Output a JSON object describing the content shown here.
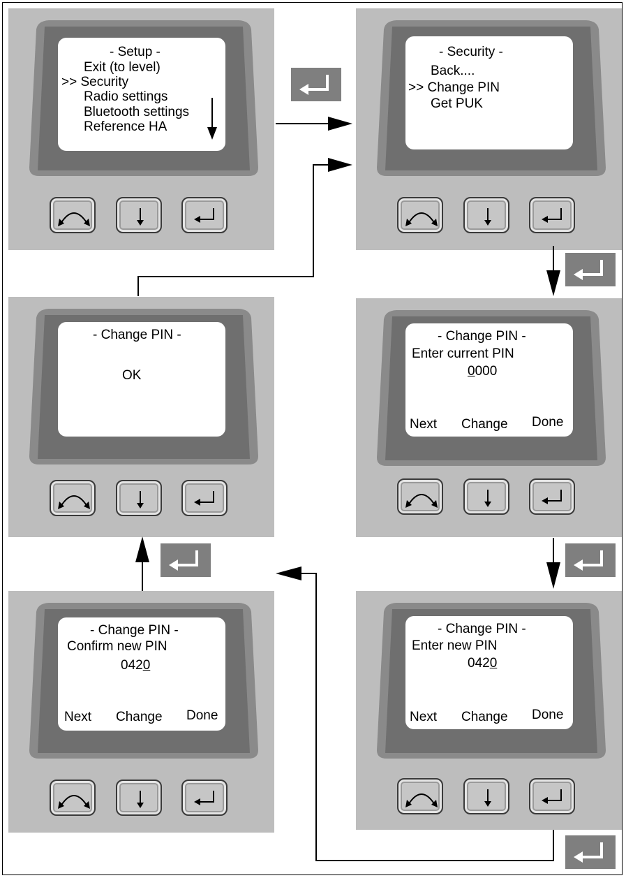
{
  "screens": [
    {
      "id": "setup",
      "lines": [
        "- Setup -",
        "Exit (to level)",
        ">> Security",
        "Radio settings",
        "Bluetooth settings",
        "Reference HA"
      ]
    },
    {
      "id": "security",
      "lines": [
        "- Security -",
        "Back....",
        ">> Change PIN",
        "Get PUK"
      ]
    },
    {
      "id": "pin-ok",
      "lines": [
        "- Change PIN -",
        "OK"
      ]
    },
    {
      "id": "pin-current",
      "lines": [
        "- Change PIN -",
        "Enter current PIN"
      ],
      "pin_first": "0",
      "pin_rest": "000",
      "softkeys": [
        "Next",
        "Change",
        "Done"
      ]
    },
    {
      "id": "pin-confirm",
      "lines": [
        "- Change PIN -",
        "Confirm new PIN"
      ],
      "pin_head": "042",
      "pin_last": "0",
      "softkeys": [
        "Next",
        "Change",
        "Done"
      ]
    },
    {
      "id": "pin-new",
      "lines": [
        "- Change PIN -",
        "Enter new PIN"
      ],
      "pin_head": "042",
      "pin_last": "0",
      "softkeys": [
        "Next",
        "Change",
        "Done"
      ]
    }
  ],
  "device_buttons": [
    "cycle-arrows-icon",
    "down-arrow-icon",
    "enter-icon"
  ],
  "connector_key_icon": "enter-key-icon",
  "colors": {
    "panel": "#bdbdbd",
    "bezel_dark": "#7e7e7e",
    "screen": "#ffffff",
    "enter_key": "#7f7f7f",
    "line": "#000000"
  }
}
